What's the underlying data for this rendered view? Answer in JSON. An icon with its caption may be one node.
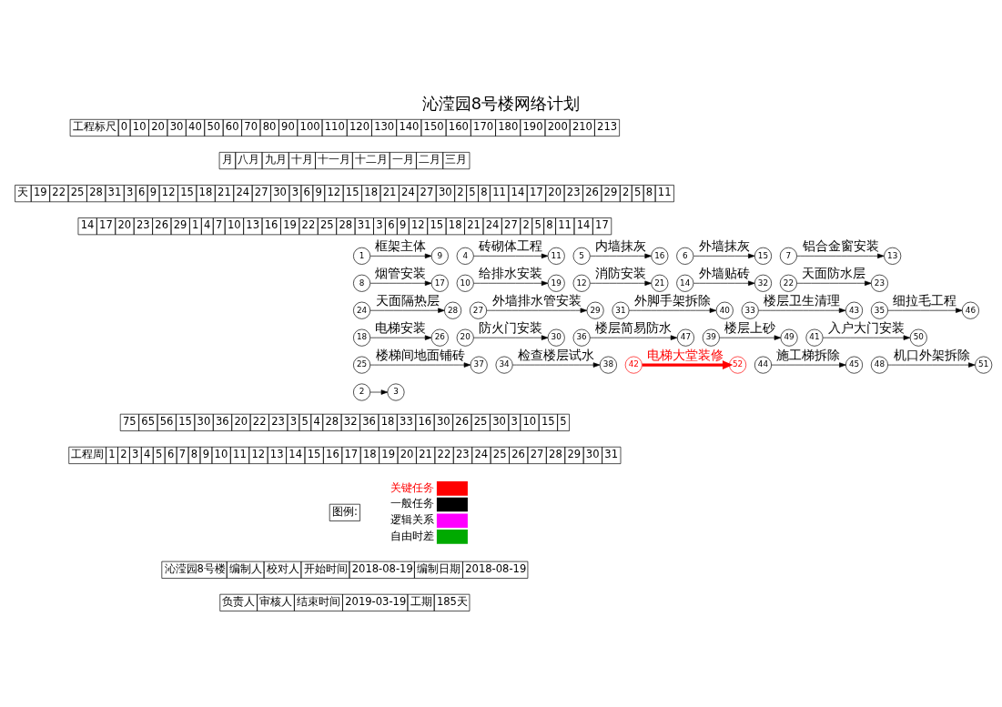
{
  "diagram": {
    "title": "沁滢园8号楼网络计划",
    "nodes": [
      {
        "text": [
          "1"
        ]
      },
      {
        "text": [
          "2"
        ]
      },
      {
        "text": [
          "3"
        ]
      },
      {
        "text": [
          "4"
        ]
      },
      {
        "text": [
          "5"
        ]
      },
      {
        "text": [
          "6"
        ]
      },
      {
        "text": [
          "7"
        ]
      },
      {
        "text": [
          "8"
        ]
      },
      {
        "text": [
          "9"
        ]
      },
      {
        "text": [
          "10"
        ]
      },
      {
        "text": [
          "11"
        ]
      },
      {
        "text": [
          "12"
        ]
      },
      {
        "text": [
          "13"
        ]
      },
      {
        "text": [
          "14"
        ]
      },
      {
        "text": [
          "15"
        ]
      },
      {
        "text": [
          "16"
        ]
      },
      {
        "text": [
          "17"
        ]
      },
      {
        "text": [
          "18"
        ]
      },
      {
        "text": [
          "19"
        ]
      },
      {
        "text": [
          "20"
        ]
      },
      {
        "text": [
          "21"
        ]
      },
      {
        "text": [
          "22"
        ]
      },
      {
        "text": [
          "23"
        ]
      },
      {
        "text": [
          "24"
        ]
      },
      {
        "text": [
          "25"
        ]
      },
      {
        "text": [
          "26"
        ]
      },
      {
        "text": [
          "27"
        ]
      },
      {
        "text": [
          "28"
        ]
      },
      {
        "text": [
          "29"
        ]
      },
      {
        "text": [
          "30"
        ]
      },
      {
        "text": [
          "31"
        ]
      },
      {
        "text": [
          "32"
        ]
      },
      {
        "text": [
          "33"
        ]
      },
      {
        "text": [
          "34"
        ]
      },
      {
        "text": [
          "35"
        ]
      },
      {
        "text": [
          "36"
        ]
      },
      {
        "text": [
          "37"
        ]
      },
      {
        "text": [
          "38"
        ]
      },
      {
        "text": [
          "39"
        ]
      },
      {
        "text": [
          "40"
        ]
      },
      {
        "text": [
          "41"
        ]
      },
      {
        "text": [
          "42"
        ]
      },
      {
        "text": [
          "43"
        ]
      },
      {
        "text": [
          "44"
        ]
      },
      {
        "text": [
          "45"
        ]
      },
      {
        "text": [
          "46"
        ]
      },
      {
        "text": [
          "47"
        ]
      },
      {
        "text": [
          "48"
        ]
      },
      {
        "text": [
          "49"
        ]
      },
      {
        "text": [
          "50"
        ]
      },
      {
        "text": [
          "51"
        ]
      },
      {
        "text": [
          "52"
        ]
      }
    ],
    "edges": [
      {
        "from": 0,
        "to": 8,
        "arrow": "to",
        "label": "框架主体"
      },
      {
        "from": 3,
        "to": 10,
        "arrow": "to",
        "label": "砖砌体工程"
      },
      {
        "from": 4,
        "to": 15,
        "arrow": "to",
        "label": "内墙抹灰"
      },
      {
        "from": 6,
        "to": 12,
        "arrow": "to",
        "label": "铝合金窗安装"
      },
      {
        "from": 5,
        "to": 14,
        "arrow": "to",
        "label": "外墙抹灰"
      },
      {
        "from": 13,
        "to": 31,
        "arrow": "to",
        "label": "外墙贴砖"
      },
      {
        "from": 7,
        "to": 16,
        "arrow": "to",
        "label": "烟管安装"
      },
      {
        "from": 9,
        "to": 18,
        "arrow": "to",
        "label": "给排水安装"
      },
      {
        "from": 11,
        "to": 20,
        "arrow": "to",
        "label": "消防安装"
      },
      {
        "from": 21,
        "to": 22,
        "arrow": "to",
        "label": "天面防水层"
      },
      {
        "from": 23,
        "to": 27,
        "arrow": "to",
        "label": "天面隔热层"
      },
      {
        "from": 26,
        "to": 28,
        "arrow": "to",
        "label": "外墙排水管安装"
      },
      {
        "from": 30,
        "to": 39,
        "arrow": "to",
        "label": "外脚手架拆除"
      },
      {
        "from": 32,
        "to": 42,
        "arrow": "to",
        "label": "楼层卫生清理"
      },
      {
        "from": 34,
        "to": 45,
        "arrow": "to",
        "label": "细拉毛工程"
      },
      {
        "from": 17,
        "to": 25,
        "arrow": "to",
        "label": "电梯安装"
      },
      {
        "from": 35,
        "to": 46,
        "arrow": "to",
        "label": "楼层简易防水"
      },
      {
        "from": 19,
        "to": 29,
        "arrow": "to",
        "label": "防火门安装"
      },
      {
        "from": 38,
        "to": 48,
        "arrow": "to",
        "label": "楼层上砂"
      },
      {
        "from": 40,
        "to": 49,
        "arrow": "to",
        "label": "入户大门安装"
      },
      {
        "from": 24,
        "to": 36,
        "arrow": "to",
        "label": "楼梯间地面铺砖"
      },
      {
        "from": 41,
        "to": 51,
        "arrow": "to",
        "label": "电梯大堂装修",
        "style": "thick",
        "color": "#ff0000"
      },
      {
        "from": 43,
        "to": 44,
        "arrow": "to",
        "label": "施工梯拆除"
      },
      {
        "from": 47,
        "to": 50,
        "arrow": "to",
        "label": "机口外架拆除"
      },
      {
        "from": 33,
        "to": 37,
        "arrow": "to",
        "label": "检查楼层试水"
      },
      {
        "from": 1,
        "to": 2,
        "arrow": "to"
      }
    ],
    "labels": [
      "工程标尺",
      "0",
      "10",
      "20",
      "30",
      "40",
      "50",
      "60",
      "70",
      "80",
      "90",
      "100",
      "110",
      "120",
      "130",
      "140",
      "150",
      "160",
      "170",
      "180",
      "190",
      "200",
      "210",
      "213",
      "月",
      "八月",
      "九月",
      "十月",
      "十一月",
      "十二月",
      "一月",
      "二月",
      "三月",
      "天",
      "19",
      "22",
      "25",
      "28",
      "31",
      "3",
      "6",
      "9",
      "12",
      "15",
      "18",
      "21",
      "24",
      "27",
      "30",
      "3",
      "6",
      "9",
      "12",
      "15",
      "18",
      "21",
      "24",
      "27",
      "30",
      "2",
      "5",
      "8",
      "11",
      "14",
      "17",
      "20",
      "23",
      "26",
      "29",
      "2",
      "5",
      "8",
      "11",
      "14",
      "17",
      "20",
      "23",
      "26",
      "29",
      "1",
      "4",
      "7",
      "10",
      "13",
      "16",
      "19",
      "22",
      "25",
      "28",
      "31",
      "3",
      "6",
      "9",
      "12",
      "15",
      "18",
      "21",
      "24",
      "27",
      "2",
      "5",
      "8",
      "11",
      "14",
      "17",
      "75",
      "65",
      "56",
      "15",
      "30",
      "36",
      "20",
      "22",
      "23",
      "3",
      "5",
      "4",
      "28",
      "32",
      "36",
      "18",
      "33",
      "16",
      "30",
      "26",
      "25",
      "30",
      "3",
      "10",
      "15",
      "5",
      "工程周",
      "1",
      "2",
      "3",
      "4",
      "5",
      "6",
      "7",
      "8",
      "9",
      "10",
      "11",
      "12",
      "13",
      "14",
      "15",
      "16",
      "17",
      "18",
      "19",
      "20",
      "21",
      "22",
      "23",
      "24",
      "25",
      "26",
      "27",
      "28",
      "29",
      "30",
      "31",
      "图例:",
      "沁滢园8号楼",
      "编制人",
      "校对人",
      "开始时间",
      "2018-08-19",
      "编制日期",
      "2018-08-19",
      "负责人",
      "审核人",
      "结束时间",
      "2019-03-19",
      "工期",
      "185天"
    ],
    "legend": [
      {
        "text": "关键任务"
      },
      {
        "text": "一般任务"
      },
      {
        "text": "逻辑关系"
      },
      {
        "text": "自由时差"
      }
    ]
  }
}
